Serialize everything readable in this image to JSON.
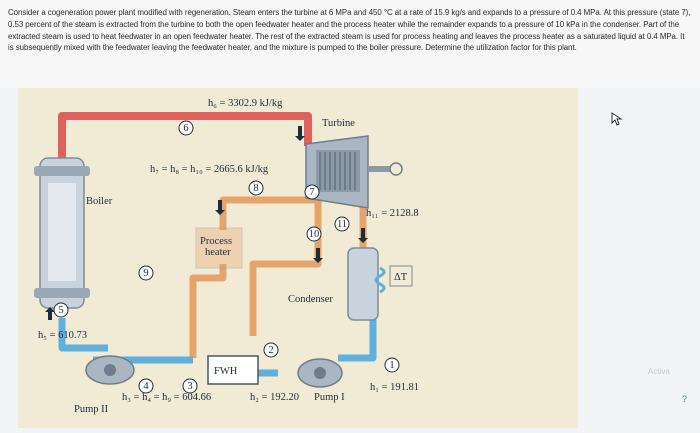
{
  "problem": {
    "text": "Consider a cogeneration power plant modified with regeneration. Steam enters the turbine at 6 MPa and 450 °C at a rate of 15.9 kg/s and expands to a pressure of 0.4 MPa. At this pressure (state 7), 0.53 percent of the steam is extracted from the turbine to both the open feedwater heater and the process heater while the remainder expands to a pressure of 10 kPa in the condenser. Part of the extracted steam is used to heat feedwater in an open feedwater heater. The rest of the extracted steam is used for process heating and leaves the process heater as a saturated liquid at 0.4 MPa. It is subsequently mixed with the feedwater leaving the feedwater heater, and the mixture is pumped to the boiler pressure. Determine the utilization factor for this plant."
  },
  "diagram": {
    "h6": "h₆ = 3302.9 kJ/kg",
    "turbine": "Turbine",
    "h7_h8_h10": "h₇ = h₈ = h₁₀ = 2665.6 kJ/kg",
    "boiler": "Boiler",
    "process_heater_line1": "Process",
    "process_heater_line2": "heater",
    "h11": "h₁₁ = 2128.8",
    "condenser": "Condenser",
    "delta_t": "ΔT",
    "h5": "h₅ = 610.73",
    "fwh": "FWH",
    "pump2": "Pump II",
    "h3_h4_h9": "h₃ = h₄ = h₉ = 604.66",
    "h2": "h₂ = 192.20",
    "pump1": "Pump I",
    "h1": "h₁ = 191.81",
    "states": [
      "1",
      "2",
      "3",
      "4",
      "5",
      "6",
      "7",
      "8",
      "9",
      "10",
      "11"
    ]
  },
  "side": {
    "q_mark": "?",
    "faded": "Activa"
  },
  "colors": {
    "steam_hot": "#e0605e",
    "steam_warm": "#e6a46d",
    "water": "#5fb0dc",
    "background": "#f1ead5"
  }
}
